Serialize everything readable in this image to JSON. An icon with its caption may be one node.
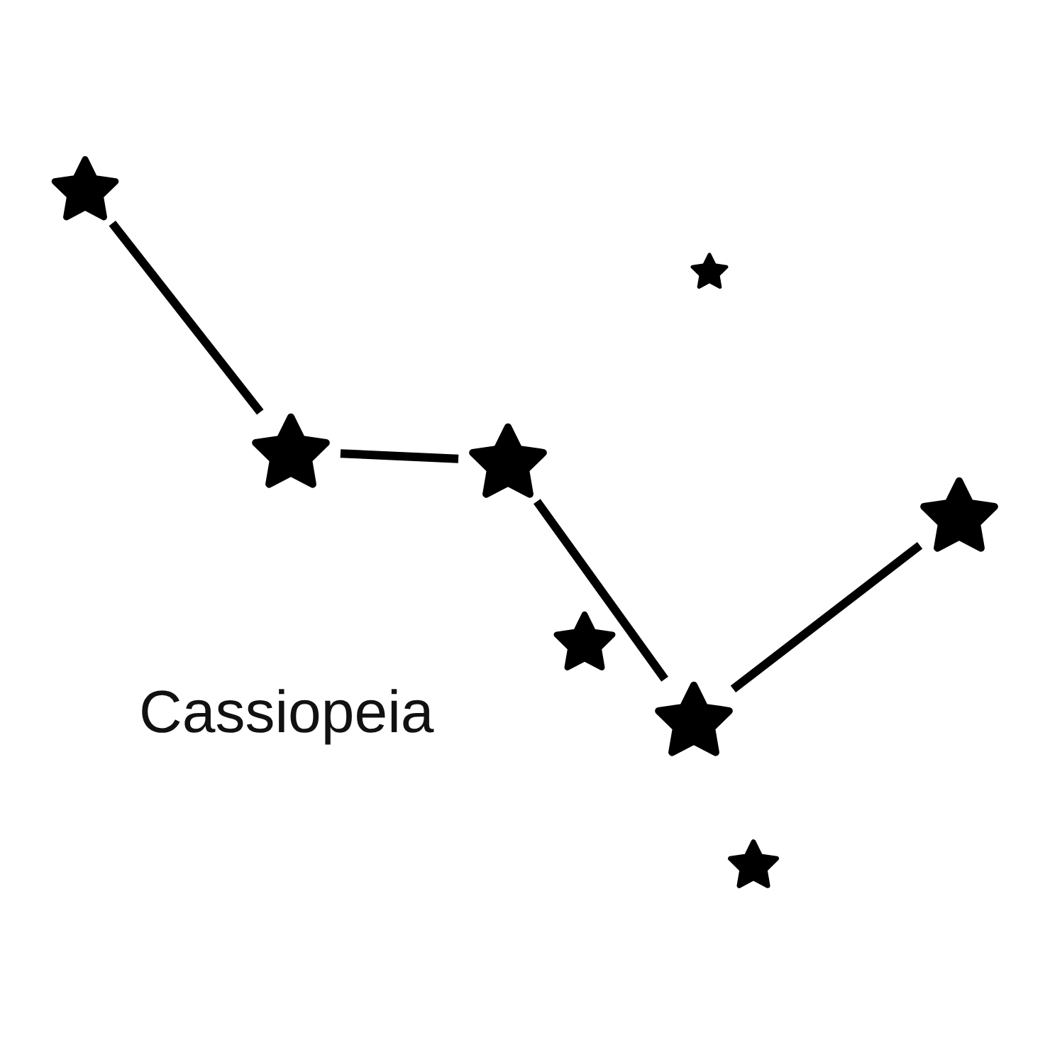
{
  "diagram": {
    "nodes": [
      {
        "text": [],
        "shape": "star"
      },
      {
        "text": [],
        "shape": "star"
      },
      {
        "text": [],
        "shape": "star"
      },
      {
        "text": [],
        "shape": "star"
      },
      {
        "text": [],
        "shape": "star"
      },
      {
        "text": [],
        "shape": "star"
      },
      {
        "text": [],
        "shape": "star"
      },
      {
        "text": [],
        "shape": "star"
      }
    ],
    "edges": [
      {
        "from": 0,
        "to": 1,
        "arrow": "none"
      },
      {
        "from": 1,
        "to": 2,
        "arrow": "none"
      },
      {
        "from": 2,
        "to": 4,
        "arrow": "none"
      },
      {
        "from": 4,
        "to": 7,
        "arrow": "none"
      }
    ],
    "labels": [
      "Cassiopeia"
    ]
  }
}
